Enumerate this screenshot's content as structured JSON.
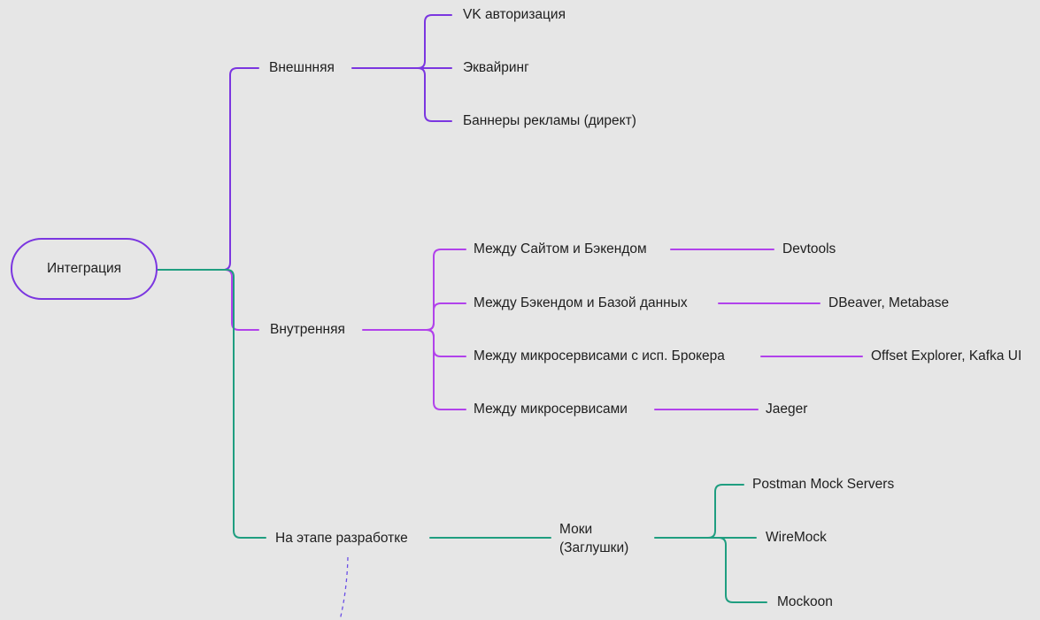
{
  "colors": {
    "background": "#e6e6e6",
    "external_branch": "#7b36e0",
    "internal_branch": "#b142eb",
    "dev_branch": "#1f9e80",
    "root_border": "#7b36e0"
  },
  "mindmap": {
    "root": "Интеграция",
    "external": {
      "label": "Внешнняя",
      "children": [
        "VK авторизация",
        "Эквайринг",
        "Баннеры рекламы (директ)"
      ]
    },
    "internal": {
      "label": "Внутренняя",
      "children": [
        {
          "label": "Между Сайтом и Бэкендом",
          "tool": "Devtools"
        },
        {
          "label": "Между Бэкендом и Базой данных",
          "tool": "DBeaver, Metabase"
        },
        {
          "label": "Между микросервисами с исп. Брокера",
          "tool": "Offset Explorer, Kafka UI"
        },
        {
          "label": "Между микросервисами",
          "tool": "Jaeger"
        }
      ]
    },
    "development": {
      "label": "На этапе разработке",
      "mocks": {
        "line1": "Моки",
        "line2": "(Заглушки)"
      },
      "tools": [
        "Postman Mock Servers",
        "WireMock",
        "Mockoon"
      ]
    }
  }
}
